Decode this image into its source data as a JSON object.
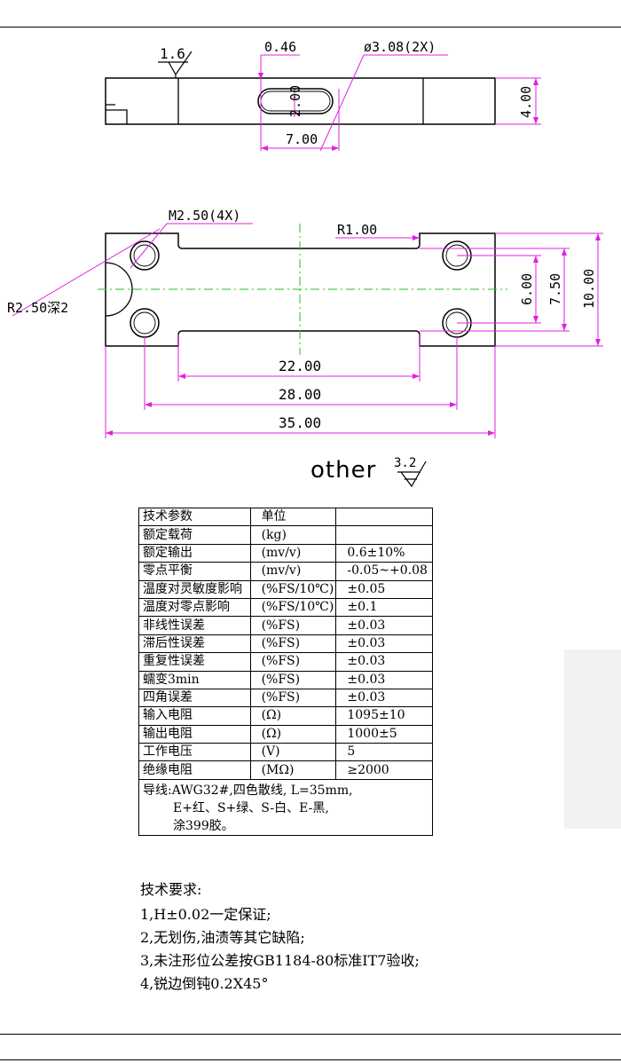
{
  "top_view": {
    "roughness": "1.6",
    "dims": {
      "slot_width": "0.46",
      "hole_dia": "ø3.08(2X)",
      "slot_height": "2.00",
      "slot_length": "7.00",
      "thickness": "4.00"
    }
  },
  "front_view": {
    "dims": {
      "thread": "M2.50(4X)",
      "radius_small": "R1.00",
      "radius_large": "R2.50深2",
      "hole_spacing_v": "6.00",
      "height_inner": "7.50",
      "height_total": "10.00",
      "len_22": "22.00",
      "len_28": "28.00",
      "len_35": "35.00"
    }
  },
  "other_mark": {
    "label": "other",
    "roughness": "3.2"
  },
  "spec_table": {
    "rows": [
      {
        "param": "技术参数",
        "unit": "单位",
        "value": ""
      },
      {
        "param": "额定载荷",
        "unit": "(kg)",
        "value": ""
      },
      {
        "param": "额定输出",
        "unit": "(mv/v)",
        "value": "0.6±10%"
      },
      {
        "param": "零点平衡",
        "unit": "(mv/v)",
        "value": "-0.05~+0.08"
      },
      {
        "param": "温度对灵敏度影响",
        "unit": "(%FS/10℃)",
        "value": "±0.05"
      },
      {
        "param": "温度对零点影响",
        "unit": "(%FS/10℃)",
        "value": "±0.1"
      },
      {
        "param": "非线性误差",
        "unit": "(%FS)",
        "value": "±0.03"
      },
      {
        "param": "滞后性误差",
        "unit": "(%FS)",
        "value": "±0.03"
      },
      {
        "param": "重复性误差",
        "unit": "(%FS)",
        "value": "±0.03"
      },
      {
        "param": "蠕变3min",
        "unit": "(%FS)",
        "value": "±0.03"
      },
      {
        "param": "四角误差",
        "unit": "(%FS)",
        "value": "±0.03"
      },
      {
        "param": "输入电阻",
        "unit": "(Ω)",
        "value": "1095±10"
      },
      {
        "param": "输出电阻",
        "unit": "(Ω)",
        "value": "1000±5"
      },
      {
        "param": "工作电压",
        "unit": "(V)",
        "value": "5"
      },
      {
        "param": "绝缘电阻",
        "unit": "(MΩ)",
        "value": "≥2000"
      }
    ],
    "note": {
      "line1": "导线:AWG32#,四色散线, L=35mm,",
      "line2": "E+红、S+绿、S-白、E-黑,",
      "line3": "涂399胶。"
    }
  },
  "requirements": {
    "title": "技术要求:",
    "items": [
      "1,H±0.02一定保证;",
      "2,无划伤,油渍等其它缺陷;",
      "3,未注形位公差按GB1184-80标准IT7验收;",
      "4,锐边倒钝0.2X45°"
    ]
  },
  "colors": {
    "dimension": "#e020e0",
    "centerline": "#20c020",
    "outline": "#000000",
    "panel": "#f2f2f2"
  }
}
